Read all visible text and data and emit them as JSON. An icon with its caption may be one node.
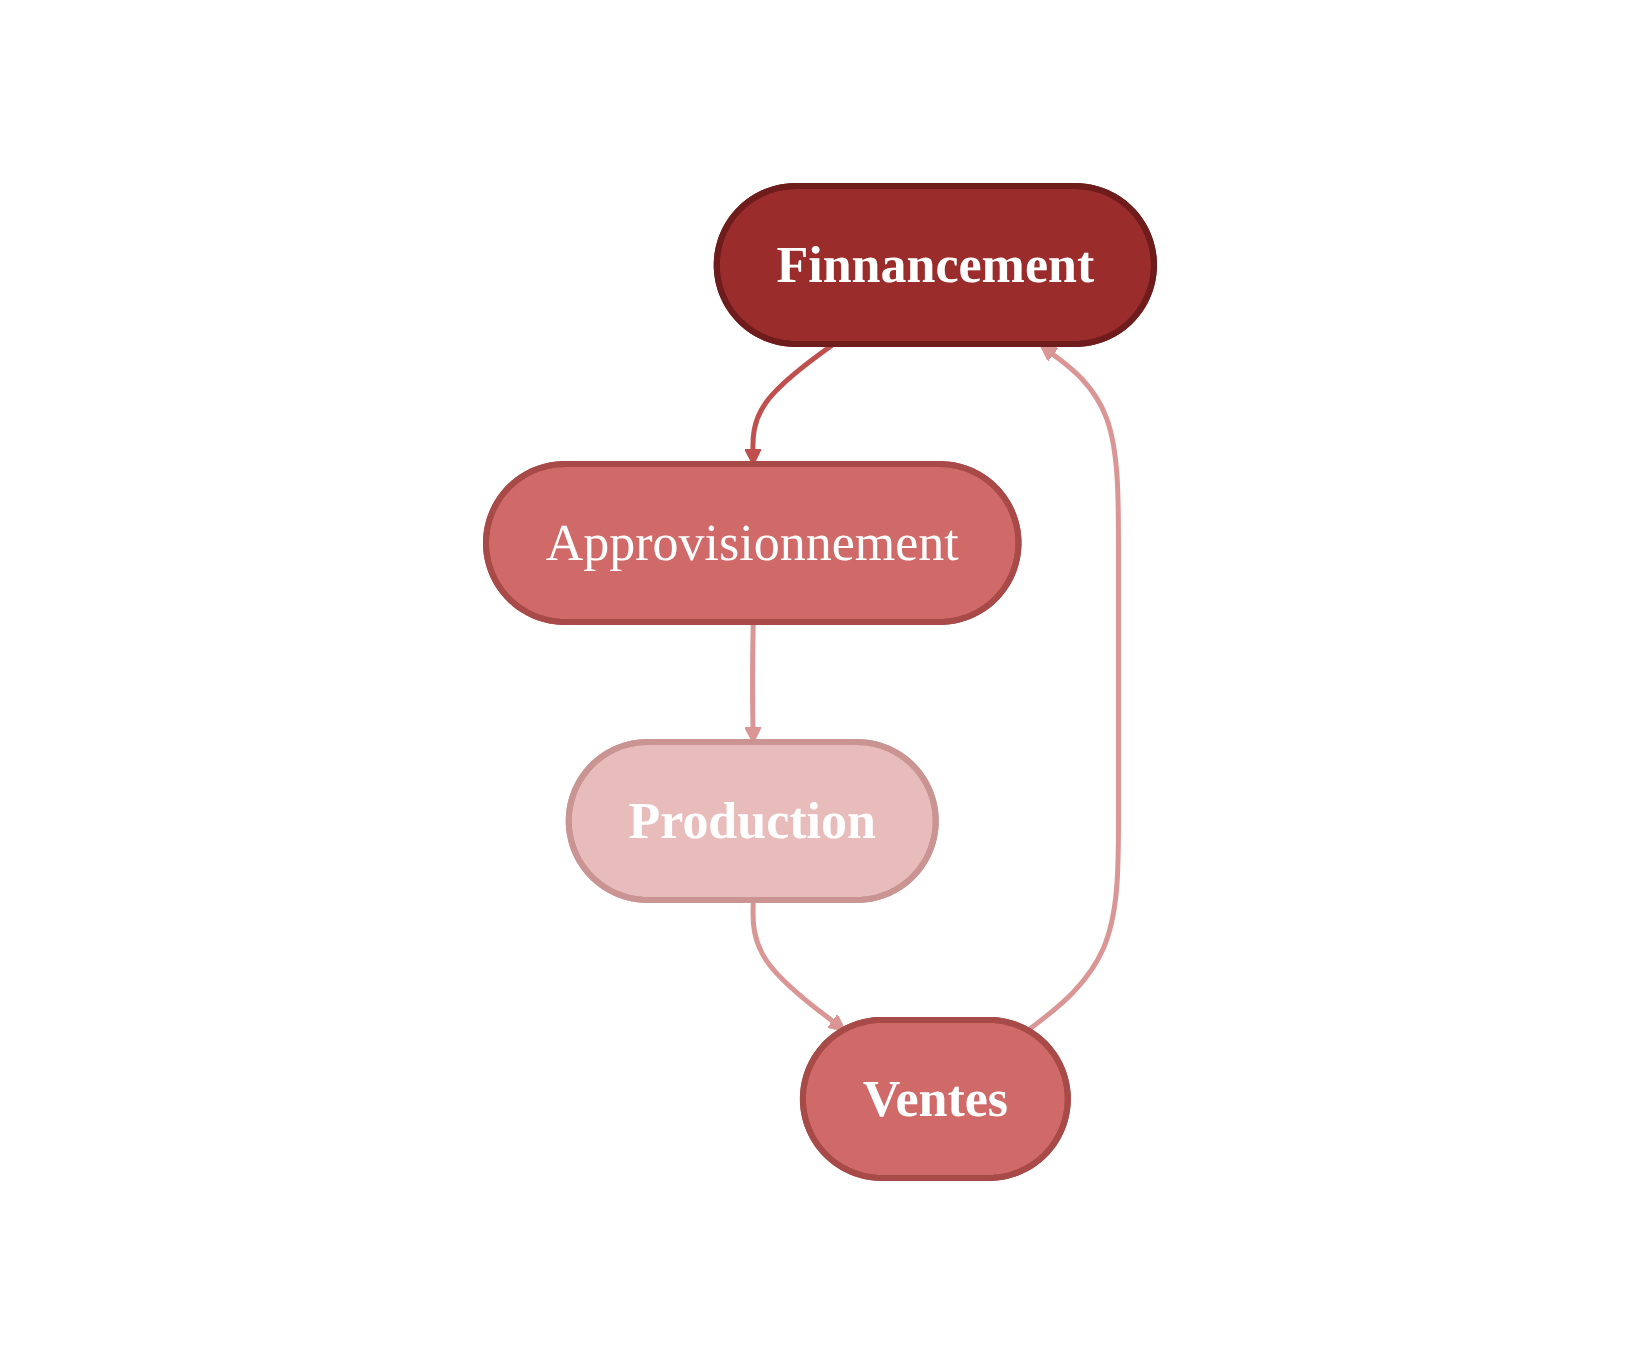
{
  "diagram": {
    "nodes": [
      {
        "text": [
          "Finnancement"
        ]
      },
      {
        "text": [
          "Approvisionnement"
        ]
      },
      {
        "text": [
          "Production"
        ]
      },
      {
        "text": [
          "Ventes"
        ]
      }
    ],
    "edges": [
      {
        "from": 0,
        "to": 1,
        "arrow": "to",
        "color": "#c0504d"
      },
      {
        "from": 1,
        "to": 2,
        "arrow": "to"
      },
      {
        "from": 2,
        "to": 3,
        "arrow": "to"
      },
      {
        "from": 3,
        "to": 0,
        "arrow": "to"
      }
    ]
  }
}
